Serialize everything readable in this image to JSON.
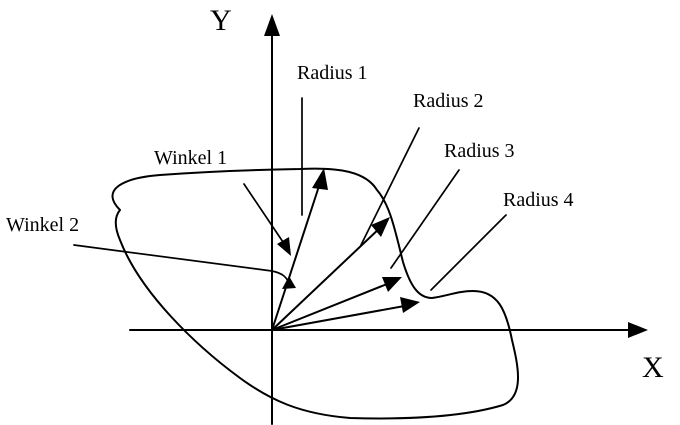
{
  "axes": {
    "x_label": "X",
    "y_label": "Y"
  },
  "labels": {
    "radius_1": "Radius 1",
    "radius_2": "Radius 2",
    "radius_3": "Radius 3",
    "radius_4": "Radius 4",
    "winkel_1": "Winkel 1",
    "winkel_2": "Winkel 2"
  },
  "colors": {
    "stroke": "#000000",
    "background": "#ffffff"
  }
}
